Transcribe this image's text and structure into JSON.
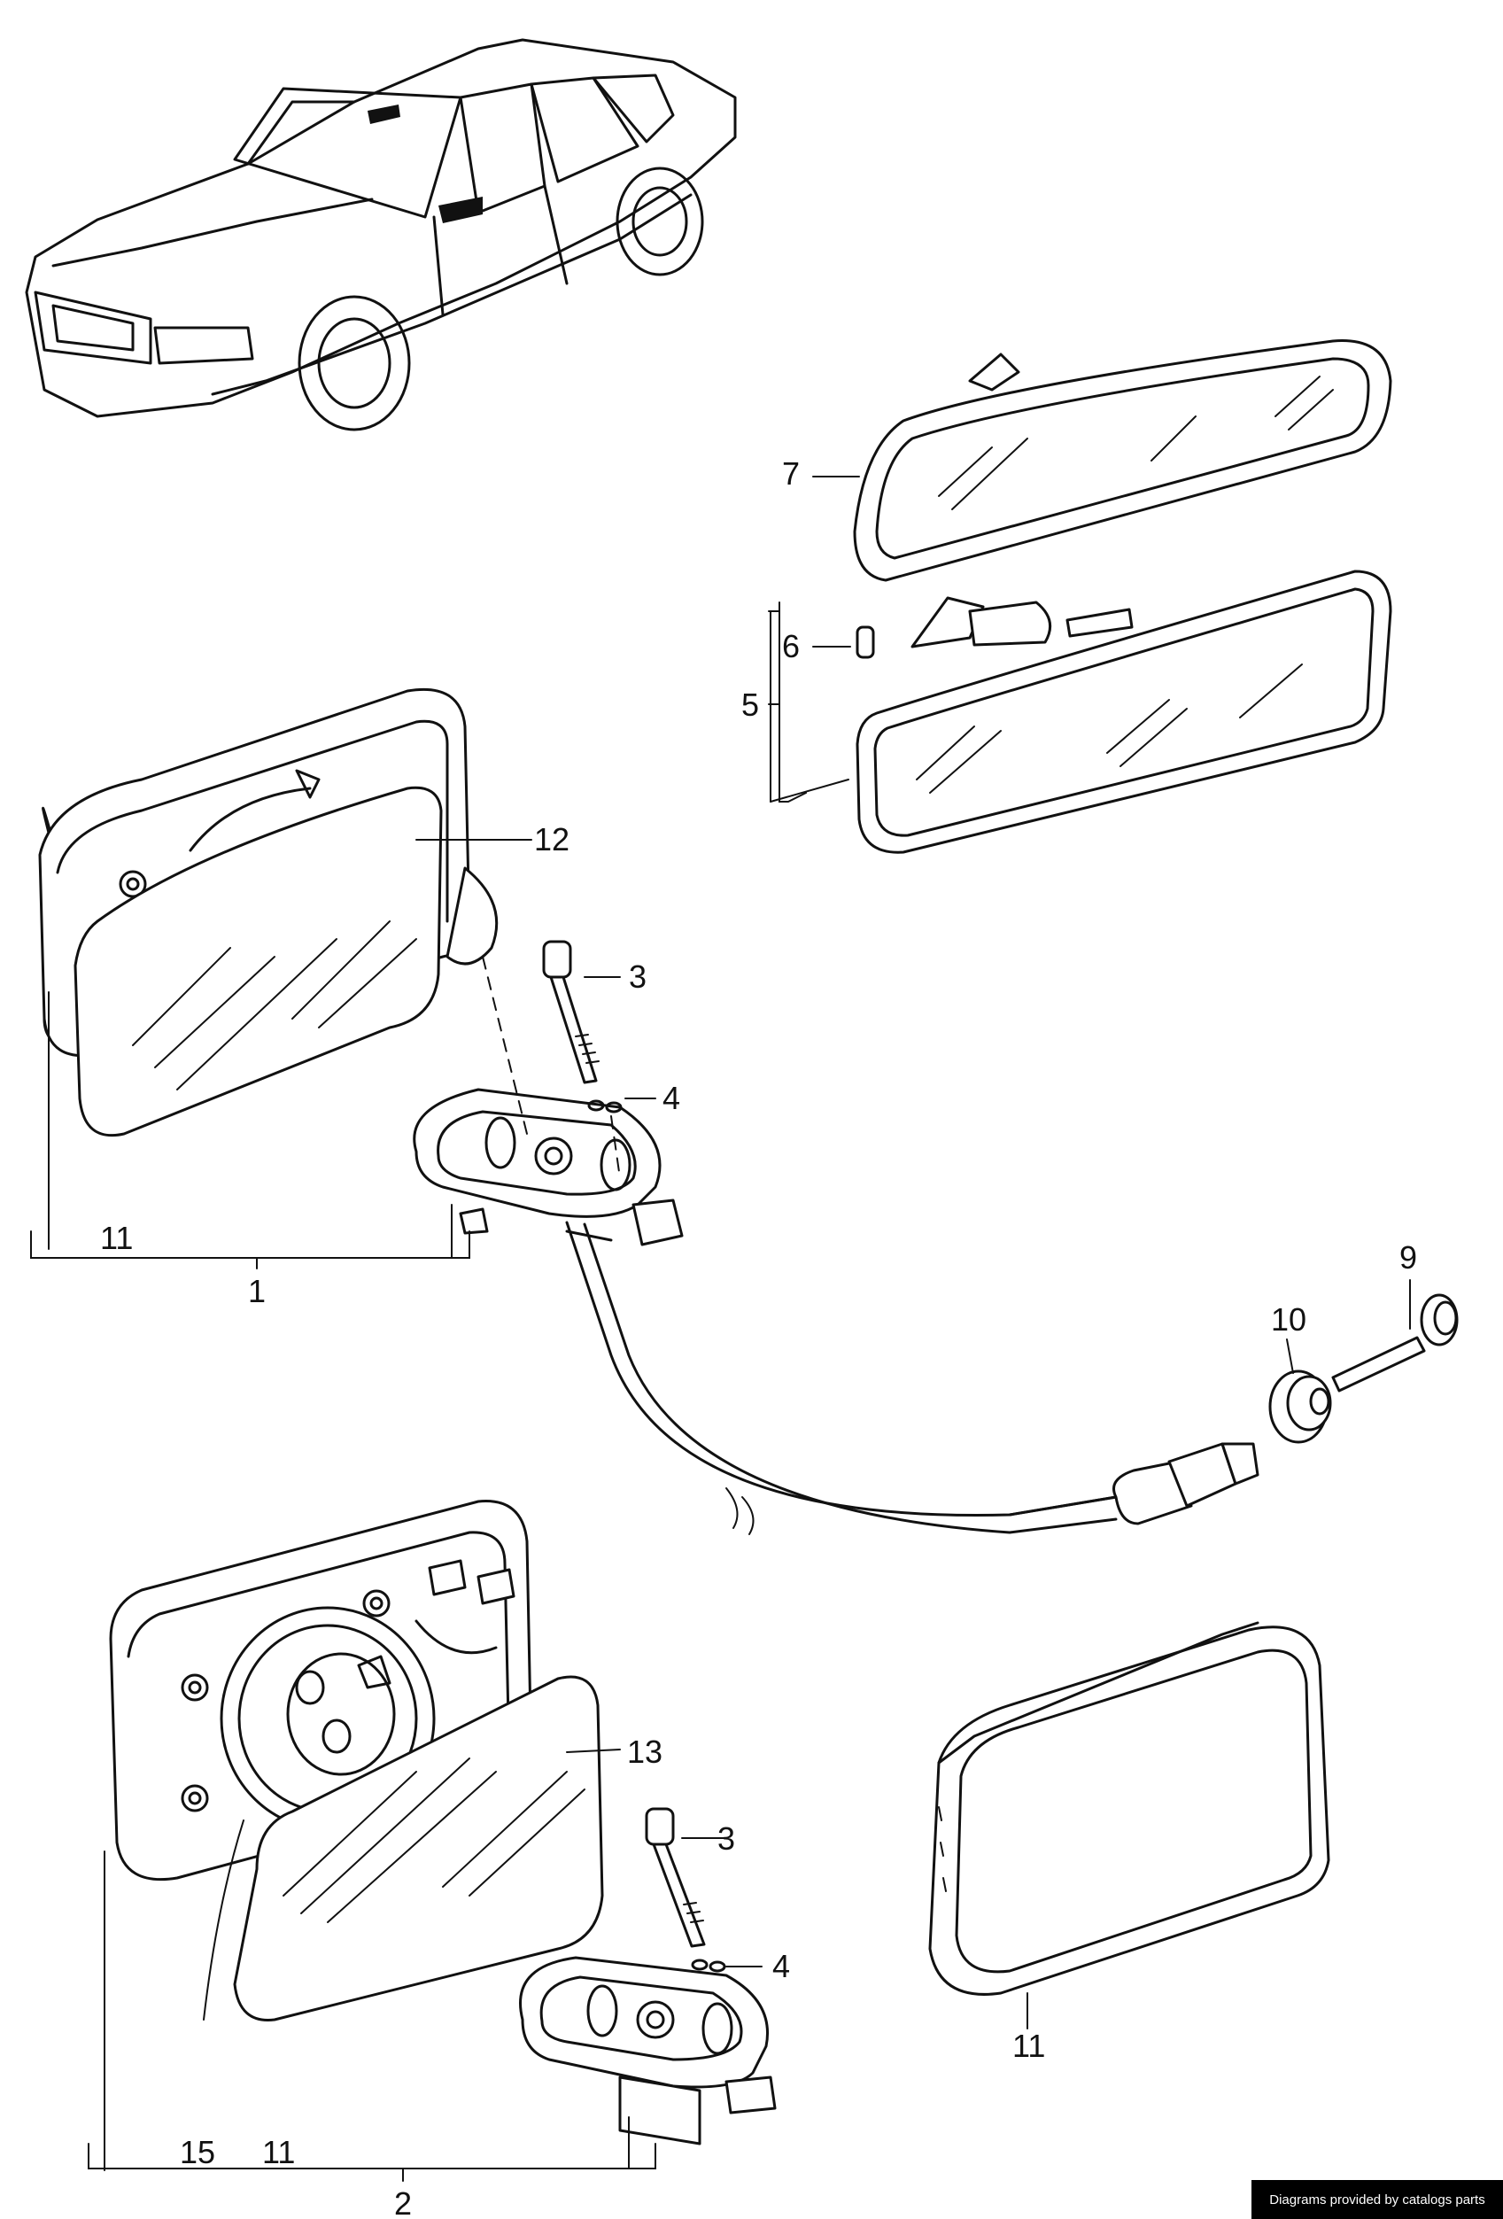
{
  "callouts": {
    "c1": "1",
    "c2": "2",
    "c3a": "3",
    "c3b": "3",
    "c4a": "4",
    "c4b": "4",
    "c5": "5",
    "c6": "6",
    "c7": "7",
    "c9": "9",
    "c10": "10",
    "c11a": "11",
    "c11b": "11",
    "c11c": "11",
    "c12": "12",
    "c13": "13",
    "c15": "15"
  },
  "credit": "Diagrams provided by catalogs parts"
}
